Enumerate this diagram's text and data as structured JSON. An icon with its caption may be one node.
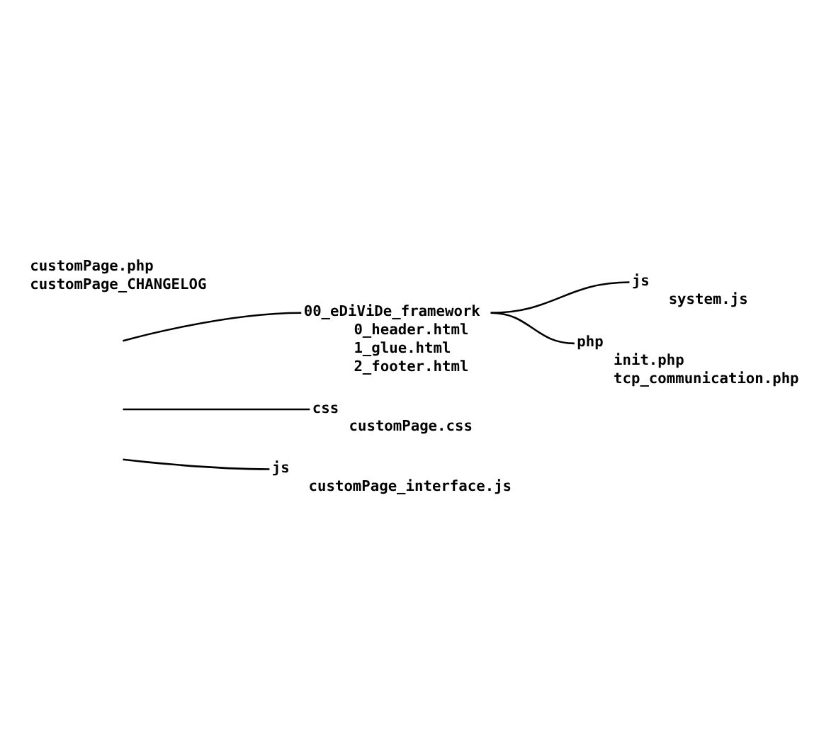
{
  "diagram": {
    "nodes": [
      {
        "text": [
          "00_eDiViDe_framework"
        ],
        "beside": [
          "0_header.html",
          "1_glue.html",
          "2_footer.html"
        ]
      },
      {
        "text": [
          "js"
        ],
        "beside": [
          "system.js"
        ]
      },
      {
        "text": [
          "php"
        ],
        "beside": [
          "init.php",
          "tcp_communication.php"
        ]
      },
      {
        "text": [
          "css"
        ],
        "beside": [
          "customPage.css"
        ]
      },
      {
        "text": [
          "js"
        ],
        "beside": [
          "customPage_interface.js"
        ]
      }
    ],
    "edges": [
      {
        "from": null,
        "to": 0,
        "arrow": "none"
      },
      {
        "from": 0,
        "to": 1,
        "arrow": "none"
      },
      {
        "from": 0,
        "to": 2,
        "arrow": "none"
      },
      {
        "from": null,
        "to": 3,
        "arrow": "none"
      },
      {
        "from": null,
        "to": 4,
        "arrow": "none"
      }
    ],
    "labels": [
      "customPage.php",
      "customPage_CHANGELOG"
    ]
  }
}
